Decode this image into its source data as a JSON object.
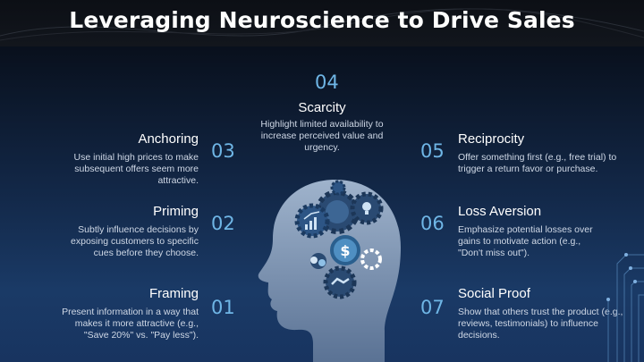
{
  "title": "Leveraging Neuroscience to Drive Sales",
  "items": {
    "scarcity": {
      "number": "04",
      "heading": "Scarcity",
      "description": "Highlight limited availability to increase perceived value and urgency."
    },
    "anchoring": {
      "number": "03",
      "heading": "Anchoring",
      "description": "Use initial high prices to make subsequent offers seem more attractive."
    },
    "priming": {
      "number": "02",
      "heading": "Priming",
      "description": "Subtly influence decisions by exposing customers to specific cues before they choose."
    },
    "framing": {
      "number": "01",
      "heading": "Framing",
      "description": "Present information in a way that makes it more attractive (e.g., \"Save 20%\" vs. \"Pay less\")."
    },
    "reciprocity": {
      "number": "05",
      "heading": "Reciprocity",
      "description": "Offer something first (e.g., free trial) to trigger a return favor or purchase."
    },
    "loss_aversion": {
      "number": "06",
      "heading": "Loss Aversion",
      "description": "Emphasize potential losses over gains to motivate action (e.g., \"Don't miss out\")."
    },
    "social_proof": {
      "number": "07",
      "heading": "Social Proof",
      "description": "Show that others trust the product (e.g., reviews, testimonials) to influence decisions."
    }
  },
  "icons": [
    "head-silhouette-icon",
    "gear-icon",
    "chart-icon",
    "dollar-icon",
    "chat-bubbles-icon",
    "handshake-icon",
    "lightbulb-icon"
  ],
  "colors": {
    "accent": "#6fb6e6",
    "heading": "#ffffff",
    "background_bottom": "#1a3a66"
  }
}
